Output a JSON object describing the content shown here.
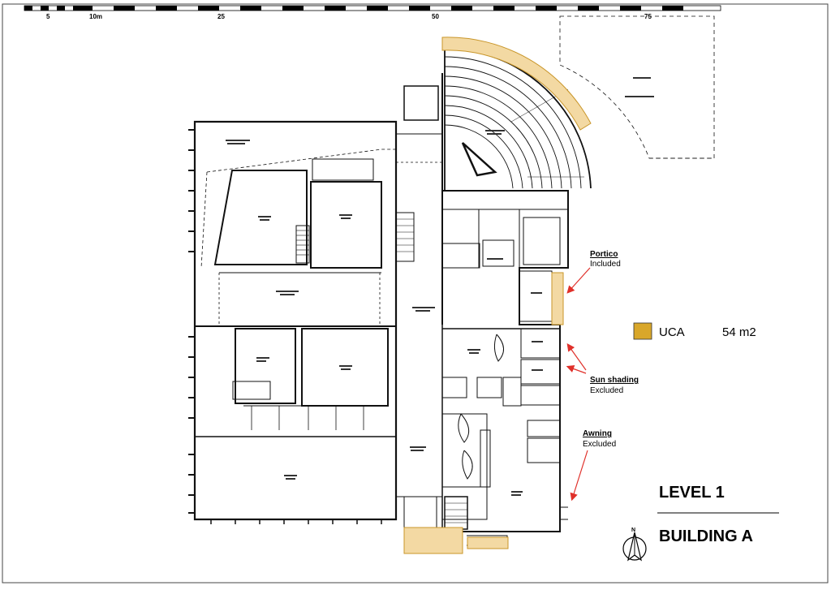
{
  "scale_bar": {
    "labels": [
      "5",
      "10m",
      "25",
      "50",
      "75"
    ]
  },
  "legend": {
    "swatch_color": "#d9a72a",
    "label": "UCA",
    "area": "54 m2"
  },
  "callouts": [
    {
      "title": "Portico",
      "status": "Included"
    },
    {
      "title": "Sun shading",
      "status": "Excluded"
    },
    {
      "title": "Awning",
      "status": "Excluded"
    }
  ],
  "title_block": {
    "level": "LEVEL 1",
    "building": "BUILDING A",
    "north": "N"
  },
  "colors": {
    "uca_fill": "#f3d9a3",
    "uca_stroke": "#c9962a",
    "arrow": "#e0302a"
  }
}
